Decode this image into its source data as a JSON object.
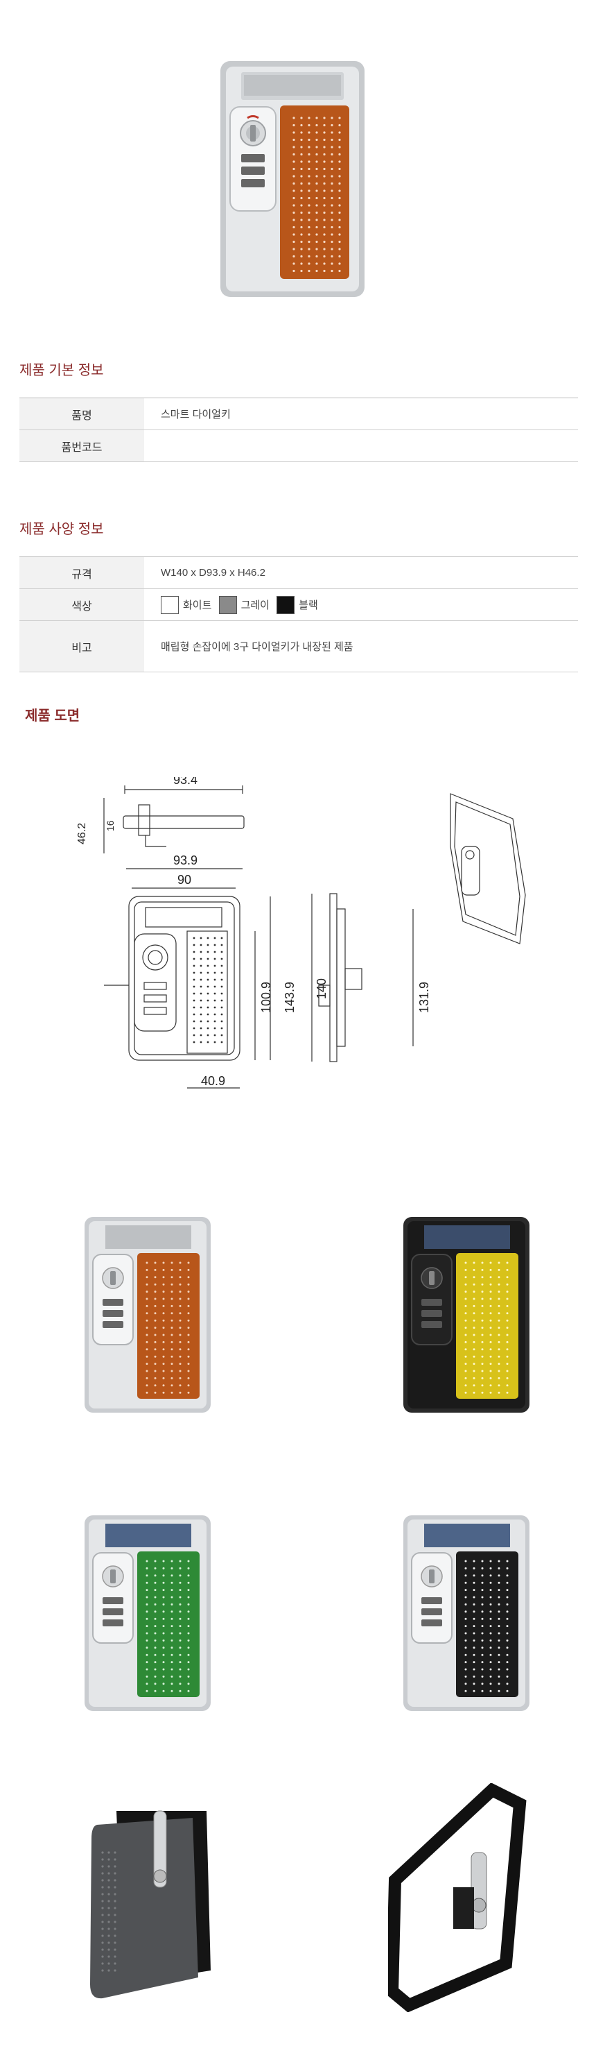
{
  "basic_info": {
    "title": "제품 기본 정보",
    "rows": [
      {
        "label": "품명",
        "value": "스마트 다이얼키"
      },
      {
        "label": "품번코드",
        "value": ""
      }
    ]
  },
  "spec_info": {
    "title": "제품 사양 정보",
    "size_label": "규격",
    "size_value": "W140 x D93.9 x H46.2",
    "color_label": "색상",
    "colors": [
      {
        "name": "화이트",
        "hex": "#ffffff"
      },
      {
        "name": "그레이",
        "hex": "#8a8a8a"
      },
      {
        "name": "블랙",
        "hex": "#111111"
      }
    ],
    "note_label": "비고",
    "note_value": "매립형 손잡이에 3구 다이얼키가 내장된 제품"
  },
  "drawing": {
    "title": "제품 도면",
    "dims": {
      "top_width": "93.4",
      "top_height": "46.2",
      "top_small": "16",
      "front_outer": "93.9",
      "front_inner": "90",
      "front_h1": "100.9",
      "front_h2": "143.9",
      "side_h": "140",
      "side_h2": "131.9",
      "bottom_w": "40.9"
    }
  },
  "gallery": {
    "variants": [
      {
        "name": "white-orange",
        "body": "#e4e6e8",
        "frame": "#c9ccd0",
        "panel": "#b8561a",
        "dots": "#ffffff"
      },
      {
        "name": "black-yellow",
        "body": "#1a1a1a",
        "frame": "#2a2a2a",
        "panel": "#d8c21a",
        "dots": "#ffffff"
      },
      {
        "name": "white-green",
        "body": "#e4e6e8",
        "frame": "#c9ccd0",
        "panel": "#2e8a36",
        "dots": "#ffffff"
      },
      {
        "name": "white-black",
        "body": "#e4e6e8",
        "frame": "#c9ccd0",
        "panel": "#1c1c1c",
        "dots": "#ffffff"
      }
    ]
  }
}
